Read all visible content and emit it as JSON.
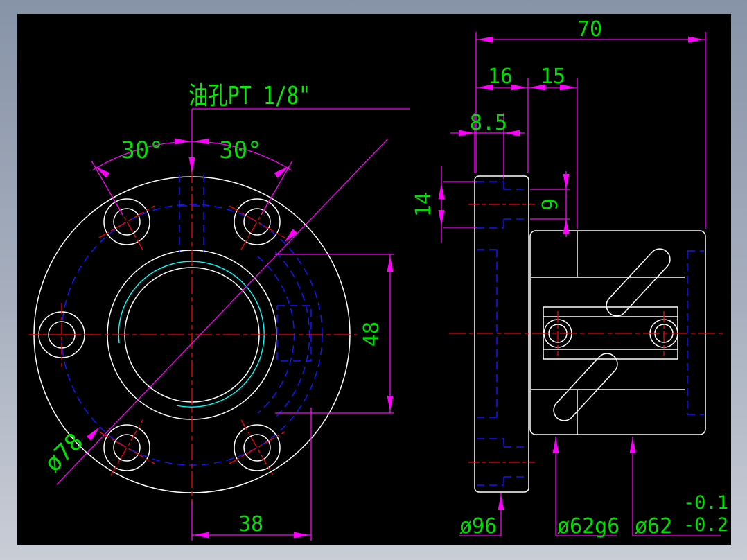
{
  "frame": {
    "canvas_color": "#000000",
    "border_top_color": "#8793a7",
    "border_bottom_color": "#c9cdd6"
  },
  "colors": {
    "geometry": "#ffffff",
    "hidden_lines": "#1414ff",
    "center_lines": "#ff0000",
    "dimension_lines": "#ff00ff",
    "dimension_text": "#00df00",
    "thread_arc": "#00ffff"
  },
  "front_view": {
    "oil_hole_label": "油孔PT 1/8\"",
    "angle_left": "30°",
    "angle_right": "30°",
    "bolt_circle_diameter": "ø78",
    "keyway_span_height": "48",
    "bottom_width": "38"
  },
  "side_view": {
    "overall_width": "70",
    "flange_thickness": "16",
    "step_width": "15",
    "counterbore_depth": "8.5",
    "counterbore_diameter": "14",
    "bolt_hole_diameter": "9",
    "flange_diameter": "ø96",
    "hub_diameter": "ø62g6",
    "bore_diameter": "ø62",
    "bore_tolerance_upper": "-0.1",
    "bore_tolerance_lower": "-0.2"
  }
}
